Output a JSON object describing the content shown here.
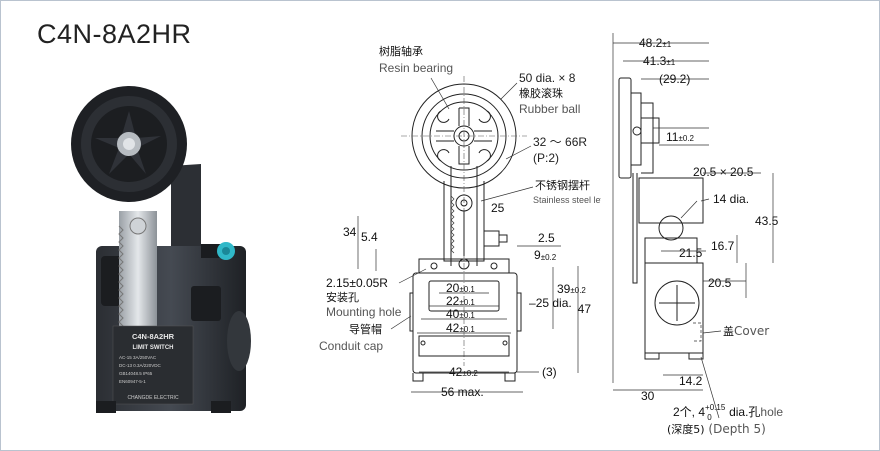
{
  "title": "C4N-8A2HR",
  "photo": {
    "label_model": "C4N-8A2HR",
    "label_type": "LIMIT SWITCH",
    "spec_lines": [
      "AC-15   3A/250VAC",
      "DC-13   0.3A/220VDC",
      "GB14048.5  IP65",
      "EN60947-5-1"
    ],
    "brand": "CHANGDE ELECTRIC"
  },
  "labels": {
    "resin_cn": "树脂轴承",
    "resin_en": "Resin bearing",
    "ball_dim": "50 dia. × 8",
    "ball_cn": "橡胶滚珠",
    "ball_en": "Rubber ball",
    "radius": "32 ～ 66R",
    "pitch": "(P:2)",
    "lever_cn": "不锈钢摆杆",
    "lever_en": "Stainless steel lever",
    "hole_dim": "2.15±0.05R",
    "hole_cn": "安装孔",
    "hole_en": "Mounting hole",
    "conduit_cn": "导管帽",
    "conduit_en": "Conduit cap",
    "cover_cn": "盖",
    "cover_en": "Cover",
    "hole2_line1_a": "2个, 4",
    "hole2_tol_up": "+0.15",
    "hole2_tol_dn": "0",
    "hole2_line1_b": " dia.孔",
    "hole2_line1_c": "hole",
    "depth_cn": "(深度5)",
    "depth_en": " (Depth 5)"
  },
  "front_dims": {
    "d25": "25",
    "d34": "34",
    "d54": "5.4",
    "d25b": "2.5",
    "d9": "9",
    "d9_tol": "±0.2",
    "d20": "20",
    "d20_tol": "±0.1",
    "d22": "22",
    "d22_tol": "±0.1",
    "d40": "40",
    "d40_tol": "±0.1",
    "d42": "42",
    "d42_tol": "±0.1",
    "d39": "39",
    "d39_tol": "±0.2",
    "d25dia": "25 dia.",
    "d47": "47",
    "d42b": "42",
    "d42b_tol": "±0.2",
    "d3": "(3)",
    "d56": "56 max."
  },
  "side_dims": {
    "d482": "48.2",
    "d482_tol": "±1",
    "d413": "41.3",
    "d413_tol": "±1",
    "d292": "(29.2)",
    "d11": "11",
    "d11_tol": "±0.2",
    "d205x": "20.5 × 20.5",
    "d14": "14 dia.",
    "d435": "43.5",
    "d167": "16.7",
    "d215": "21.5",
    "d205": "20.5",
    "d142": "14.2",
    "d30": "30"
  }
}
